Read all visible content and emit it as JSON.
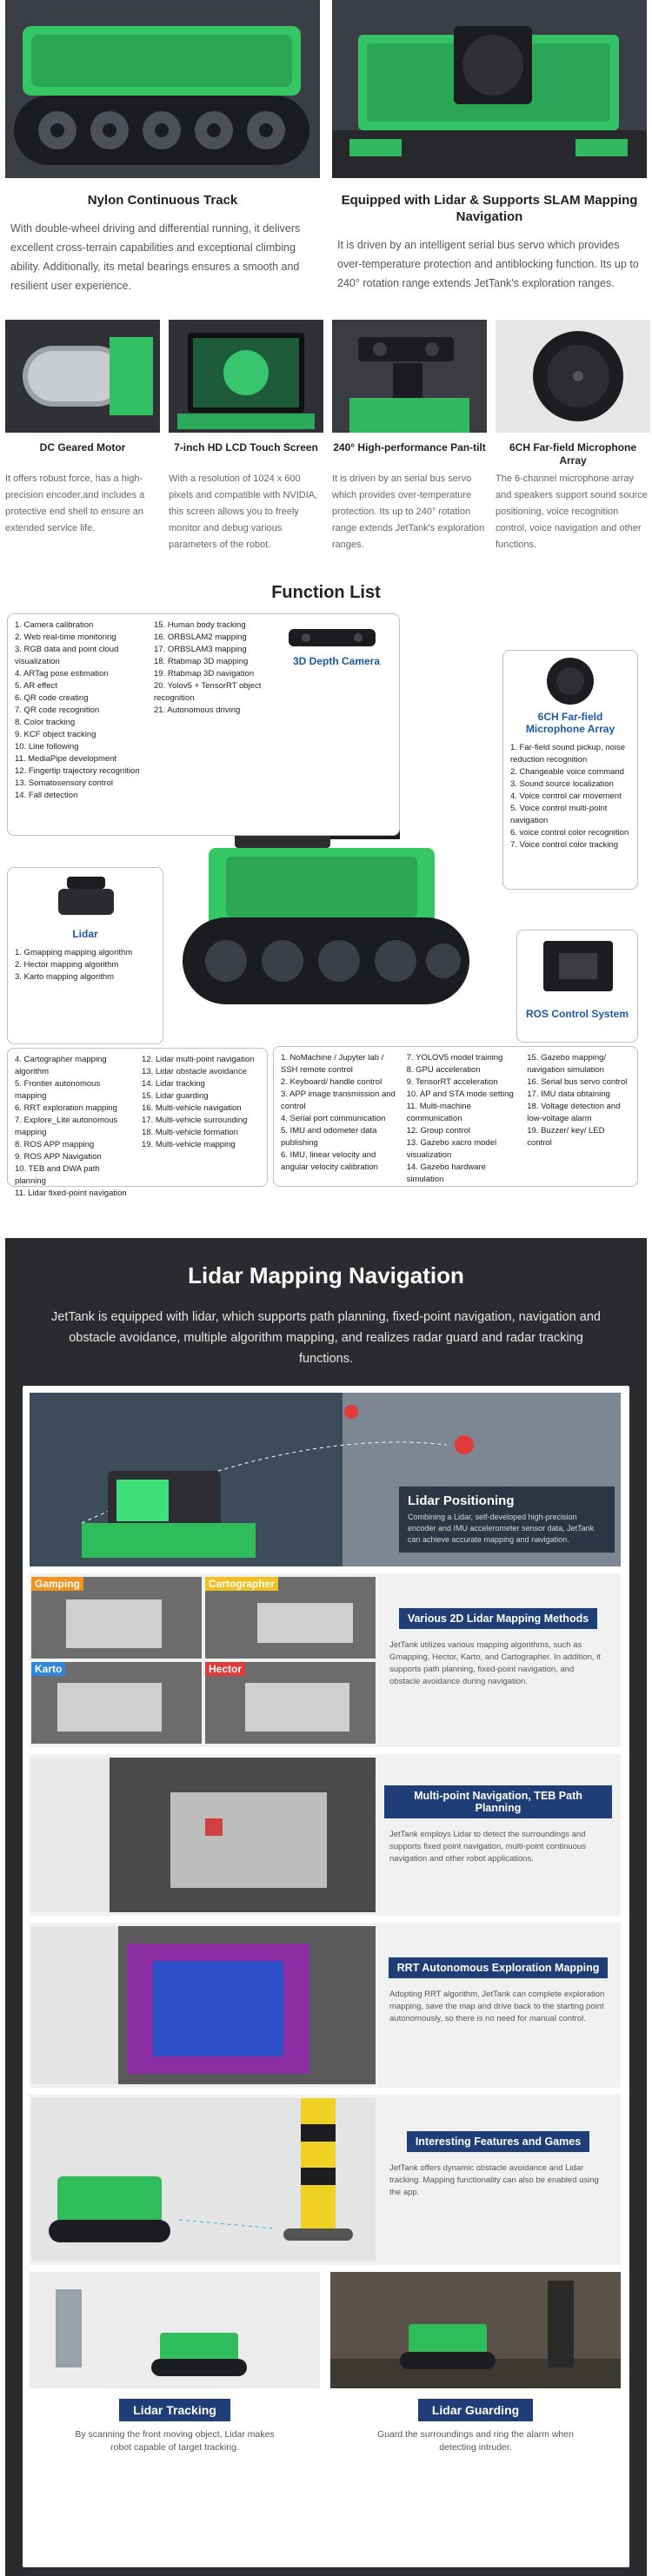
{
  "hero": [
    {
      "title": "Nylon Continuous Track",
      "desc": "With double-wheel driving and differential running, it delivers excellent cross-terrain capabilities and exceptional climbing ability. Additionally, its metal bearings ensures a smooth and resilient user experience."
    },
    {
      "title": "Equipped with Lidar & Supports SLAM Mapping Navigation",
      "desc": "It is driven by an intelligent serial bus servo which provides over-temperature protection and antiblocking function. Its up to 240° rotation range extends JetTank's exploration ranges."
    }
  ],
  "quad": [
    {
      "title": "DC Geared Motor",
      "desc": "It offers robust force, has a high-precision encoder,and includes a protective end shell to ensure an extended service life."
    },
    {
      "title": "7-inch HD LCD Touch Screen",
      "desc": "With a resolution of 1024 x 600 pixels and compatible with NVIDIA, this screen allows you to freely monitor and debug various parameters of the robot."
    },
    {
      "title": "240° High-performance Pan-tilt",
      "desc": "It is driven by an serial bus servo which provides over-temperature protection. Its up to 240° rotation range extends JetTank's exploration ranges."
    },
    {
      "title": "6CH Far-field Microphone Array",
      "desc": "The 6-channel microphone array and speakers support sound source positioning, voice recognition control, voice navigation and other functions."
    }
  ],
  "function_list": {
    "heading": "Function List",
    "camera_label": "3D Depth Camera",
    "camera_col1": [
      "1. Camera calibration",
      "2. Web real-time monitoring",
      "3. RGB data and point cloud visualization",
      "4. ARTag pose estimation",
      "5. AR effect",
      "6. QR code creating",
      "7. QR code recognition",
      "8. Color tracking",
      "9. KCF object tracking",
      "10. Line following",
      "11. MediaPipe development",
      "12. Fingertip trajectory recognition",
      "13. Somatosensory control",
      "14. Fall detection"
    ],
    "camera_col2": [
      "15. Human body tracking",
      "16. ORBSLAM2 mapping",
      "17. ORBSLAM3 mapping",
      "18. Rtabmap 3D mapping",
      "19. Rtabmap 3D navigation",
      "20. Yolov5 + TensorRT object recognition",
      "21. Autonomous driving"
    ],
    "mic_label": "6CH Far-field Microphone Array",
    "mic_items": [
      "1. Far-field sound pickup, noise reduction recognition",
      "2. Changeable voice command",
      "3. Sound source localization",
      "4. Voice control car movement",
      "5. Voice control multi-point navigation",
      "6. voice control color recognition",
      "7. Voice control color tracking"
    ],
    "lidar_label": "Lidar",
    "lidar_col1": [
      "1. Gmapping mapping algorithm",
      "2. Hector mapping algorithm",
      "3. Karto mapping algorithm",
      "4. Cartographer mapping algorithm",
      "5. Frontier autonomous mapping",
      "6. RRT exploration mapping",
      "7. Explore_Lite autonomous mapping",
      "8. ROS APP mapping",
      "9. ROS APP Navigation",
      "10. TEB and DWA path planning",
      "11. Lidar fixed-point navigation"
    ],
    "lidar_col2": [
      "12. Lidar multi-point navigation",
      "13. Lidar obstacle avoidance",
      "14. Lidar tracking",
      "15. Lidar guarding",
      "16. Multi-vehicle navigation",
      "17. Multi-vehicle surrounding",
      "18. Multi-vehicle formation",
      "19. Multi-vehicle mapping"
    ],
    "ros_label": "ROS Control System",
    "ros_col1": [
      "1. NoMachine / Jupyter lab / SSH remote control",
      "2. Keyboard/ handle control",
      "3. APP image transmission and control",
      "4. Serial port communication",
      "5. IMU and odometer data publishing",
      "6. IMU, linear velocity and angular velocity calibration"
    ],
    "ros_col2": [
      "7. YOLOV5 model training",
      "8. GPU acceleration",
      "9. TensorRT acceleration",
      "10. AP and STA mode setting",
      "11. Multi-machine communication",
      "12. Group control",
      "13. Gazebo xacro model visualization",
      "14. Gazebo hardware simulation"
    ],
    "ros_col3": [
      "15. Gazebo mapping/ navigation simulation",
      "16. Serial bus servo control",
      "17. IMU data obtaining",
      "18. Voltage detection and low-voltage alarm",
      "19. Buzzer/ key/ LED control"
    ]
  },
  "lidar_section": {
    "title": "Lidar Mapping Navigation",
    "intro": "JetTank is equipped with lidar, which supports path planning, fixed-point navigation, navigation and obstacle avoidance, multiple algorithm mapping, and realizes radar guard and radar tracking functions.",
    "positioning_title": "Lidar Positioning",
    "positioning_desc": "Combining a Lidar, self-developed high-precision encoder and IMU accelerometer sensor data, JetTank can achieve accurate mapping and navigation.",
    "map_tags": [
      "Gamping",
      "Cartographer",
      "Karto",
      "Hector"
    ],
    "blocks": [
      {
        "title": "Various 2D Lidar Mapping Methods",
        "desc": "JetTank utilizes various mapping algorithms, such as Gmapping, Hector, Karto, and Cartographer. In addition, it supports path planning, fixed-point navigation, and obstacle avoidance during navigation."
      },
      {
        "title": "Multi-point Navigation, TEB Path Planning",
        "desc": "JetTank employs Lidar to detect the surroundings and supports fixed point navigation, multi-point continuous navigation and other robot applications."
      },
      {
        "title": "RRT Autonomous Exploration Mapping",
        "desc": "Adopting RRT algorithm, JetTank can complete exploration mapping, save the map and drive back to the starting point autonomously, so there is no need for manual control."
      },
      {
        "title": "Interesting Features and Games",
        "desc": "JetTank offers dynamic obstacle avoidance and Lidar tracking. Mapping functionality can also be enabled using the app."
      }
    ],
    "tracking_title": "Lidar Tracking",
    "tracking_desc": "By scanning the front moving object, Lidar makes robot capable of target tracking.",
    "guarding_title": "Lidar Guarding",
    "guarding_desc": "Guard the surroundings and ring the alarm when detecting intruder."
  },
  "colors": {
    "accent_green": "#2fcf60",
    "navy": "#1f3e77",
    "label_blue": "#1b5aa6",
    "dark_bg": "#2a2b2e"
  }
}
